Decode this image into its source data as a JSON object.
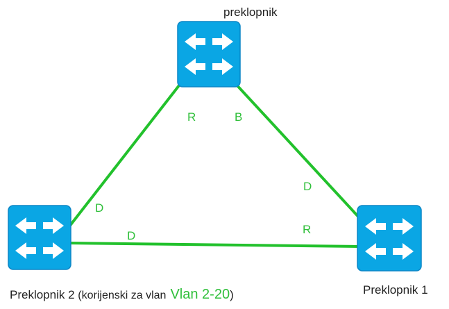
{
  "colors": {
    "link": "#22c12c",
    "port_label": "#2fbf3a",
    "switch_fill": "#0aa6e4",
    "switch_edge": "#0b86c6",
    "arrow": "#ffffff",
    "text": "#222222"
  },
  "nodes": [
    {
      "id": "top",
      "label": "preklopnik",
      "icon": "switch-icon"
    },
    {
      "id": "left",
      "label": "Preklopnik 2",
      "note": "(korijenski za vlan",
      "vlan": "Vlan 2-20",
      "note_close": ")",
      "icon": "switch-icon"
    },
    {
      "id": "right",
      "label": "Preklopnik 1",
      "icon": "switch-icon"
    }
  ],
  "links": [
    {
      "from": "top",
      "to": "left",
      "from_port": "R",
      "to_port": "D"
    },
    {
      "from": "top",
      "to": "right",
      "from_port": "B",
      "to_port": "D"
    },
    {
      "from": "left",
      "to": "right",
      "from_port": "D",
      "to_port": "R"
    }
  ]
}
